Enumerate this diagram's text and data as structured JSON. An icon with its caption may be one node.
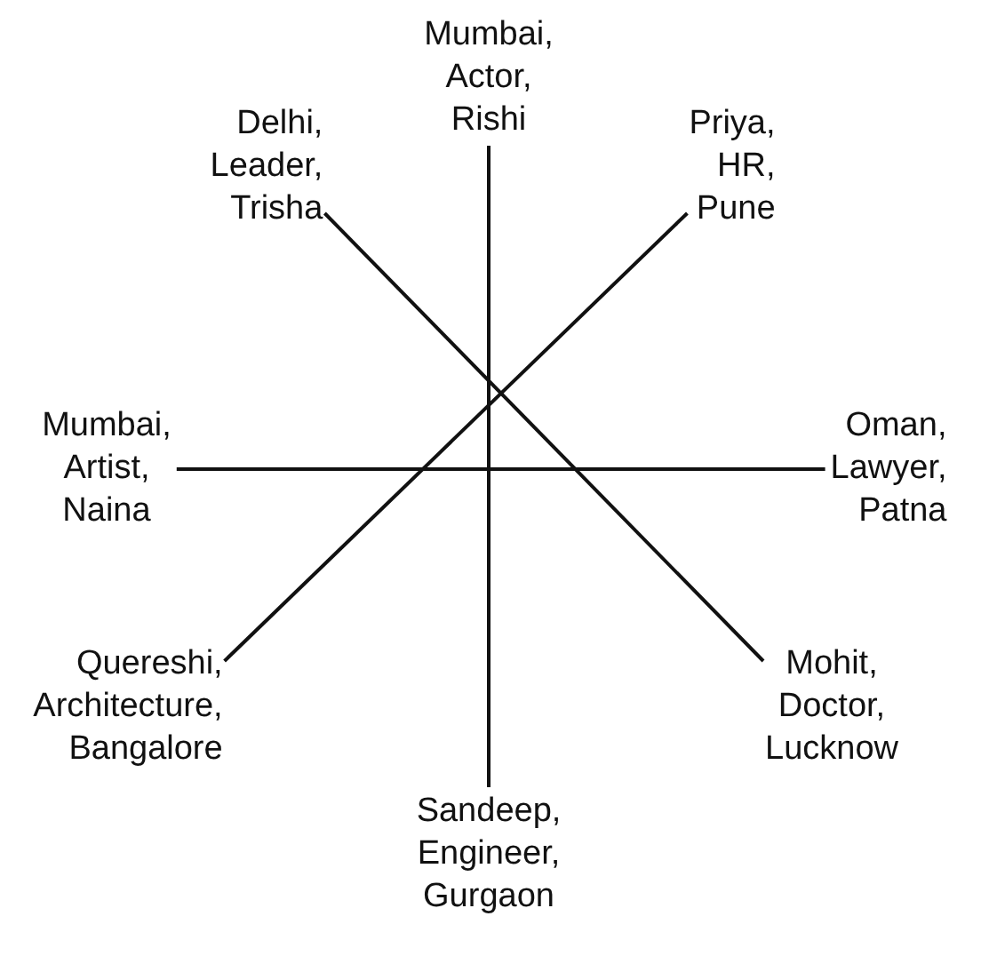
{
  "diagram": {
    "nodes": [
      {
        "text": [
          "Mumbai, Actor, Rishi"
        ]
      },
      {
        "text": [
          "Delhi, Leader, Trisha"
        ]
      },
      {
        "text": [
          "Priya, HR, Pune"
        ]
      },
      {
        "text": [
          "Mumbai, Artist, Naina"
        ]
      },
      {
        "text": [
          "Oman, Lawyer, Patna"
        ]
      },
      {
        "text": [
          "Quereshi, Architecture, Bangalore"
        ]
      },
      {
        "text": [
          "Mohit, Doctor, Lucknow"
        ]
      },
      {
        "text": [
          "Sandeep, Engineer, Gurgaon"
        ]
      }
    ],
    "edges": [
      {
        "from": 0,
        "to": 7,
        "arrow": "none"
      },
      {
        "from": 1,
        "to": 6,
        "arrow": "none"
      },
      {
        "from": 2,
        "to": 5,
        "arrow": "none"
      },
      {
        "from": 3,
        "to": 4,
        "arrow": "none"
      }
    ]
  }
}
